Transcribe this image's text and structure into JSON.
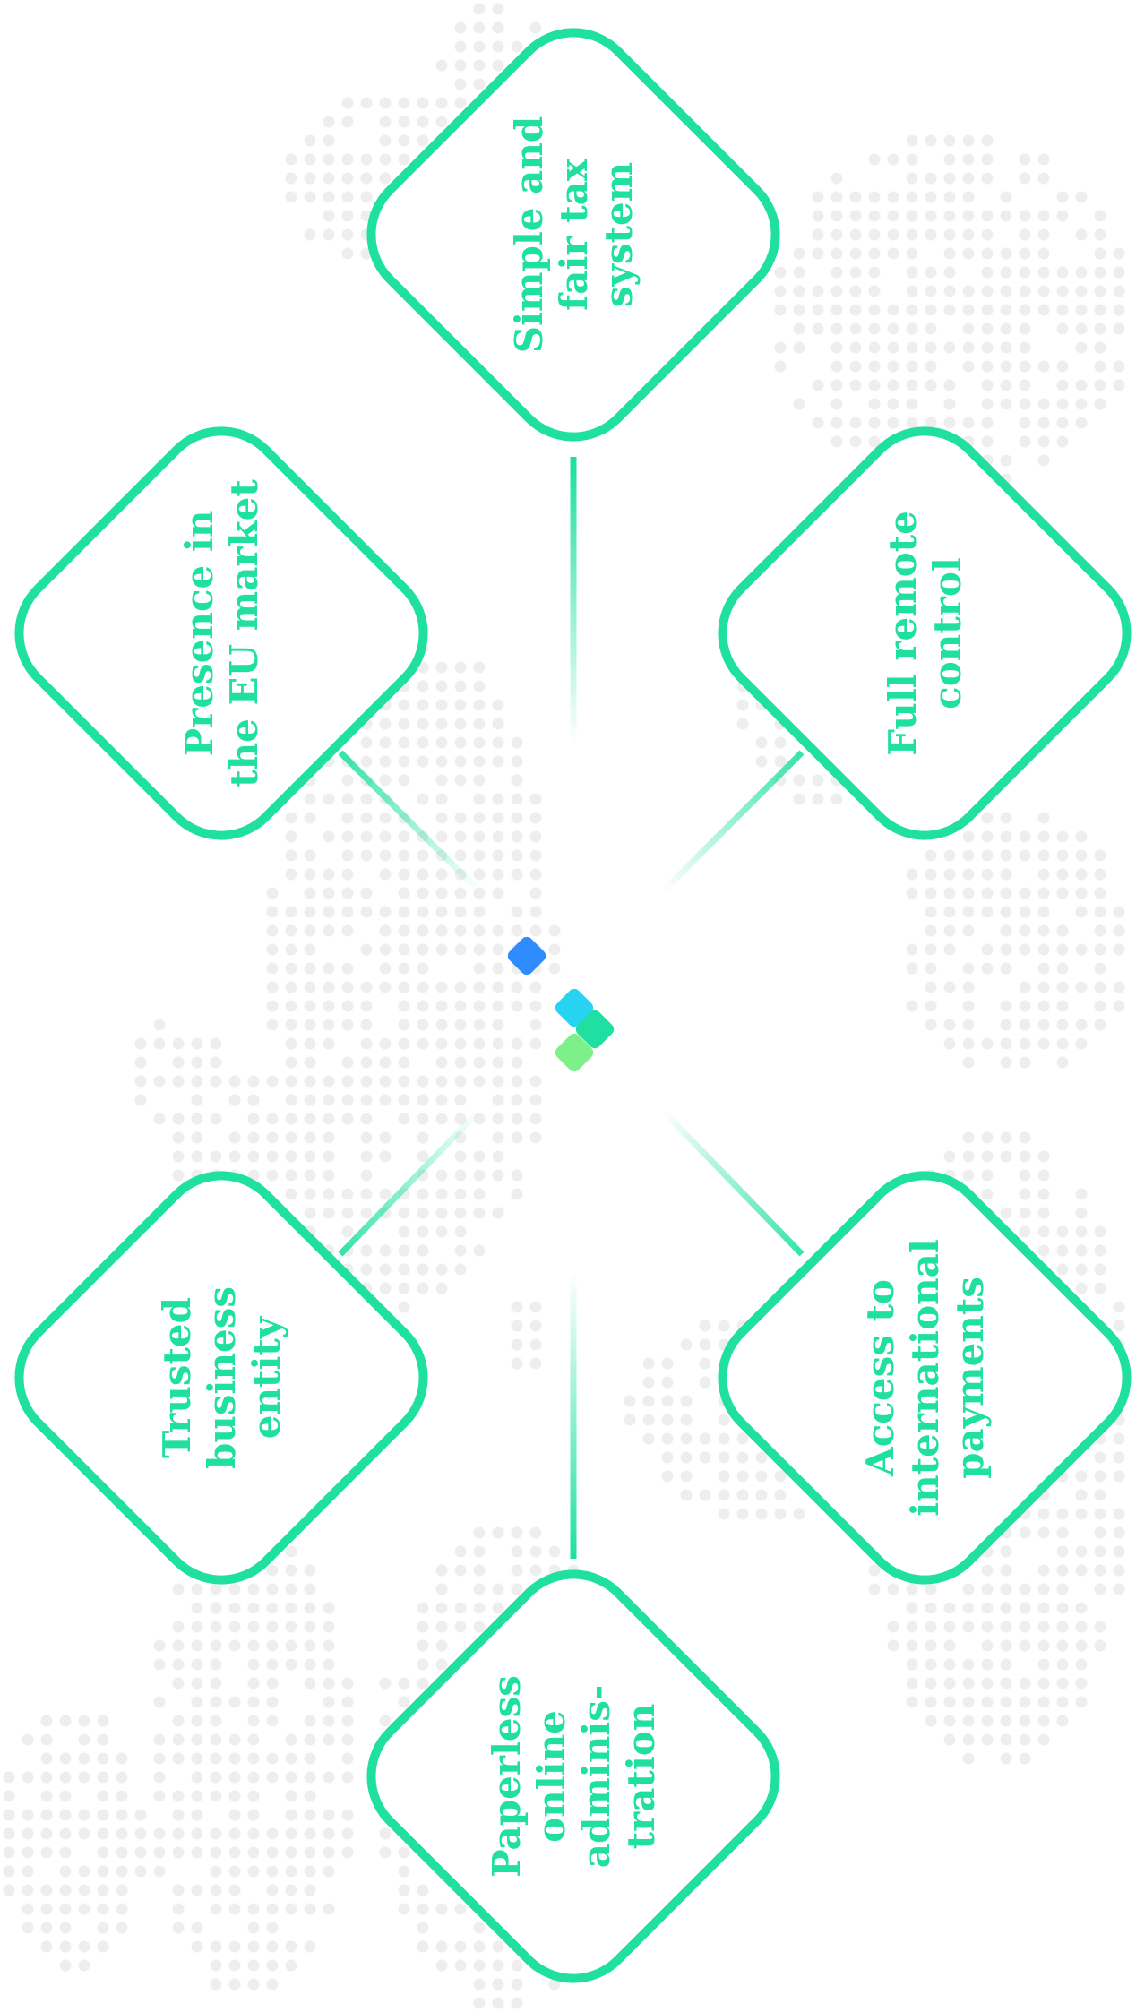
{
  "colors": {
    "accent": "#1fe0a0",
    "connector": "#1fe0a0",
    "map_dots": "#eeeeee",
    "logo_blue": "#2f8cff",
    "logo_cyan": "#27d3f0",
    "logo_teal": "#1fe0a0",
    "logo_green": "#7ef08a",
    "background": "#ffffff"
  },
  "icons": {
    "background": "dotted-world-map",
    "center": "brand-logo-diamonds"
  },
  "nodes": [
    {
      "id": "simple-tax",
      "lines": [
        "Simple and",
        "fair tax",
        "system"
      ]
    },
    {
      "id": "eu-market",
      "lines": [
        "Presence in",
        "the EU market"
      ]
    },
    {
      "id": "remote-control",
      "lines": [
        "Full remote",
        "control"
      ]
    },
    {
      "id": "trusted-entity",
      "lines": [
        "Trusted",
        "business",
        "entity"
      ]
    },
    {
      "id": "international-payments",
      "lines": [
        "Access to",
        "international",
        "payments"
      ]
    },
    {
      "id": "paperless-admin",
      "lines": [
        "Paperless",
        "online",
        "adminis-",
        "tration"
      ]
    }
  ]
}
